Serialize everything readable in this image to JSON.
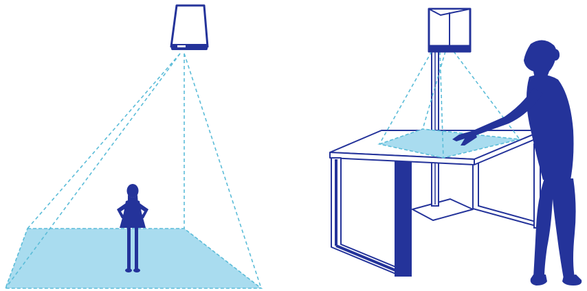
{
  "figure": {
    "panels": [
      {
        "id": "floor-setup",
        "components": [
          "ceiling-projector-icon",
          "projection-cone",
          "floor-projection-area",
          "child-silhouette"
        ]
      },
      {
        "id": "table-setup",
        "components": [
          "projector-on-stand-icon",
          "projection-cone",
          "table-projection-area",
          "table",
          "adult-silhouette-touching"
        ]
      }
    ],
    "colors": {
      "silhouette": "#24339a",
      "projection_fill": "#a9dcef",
      "projection_line": "#5bbcd8",
      "background": "#ffffff"
    }
  }
}
